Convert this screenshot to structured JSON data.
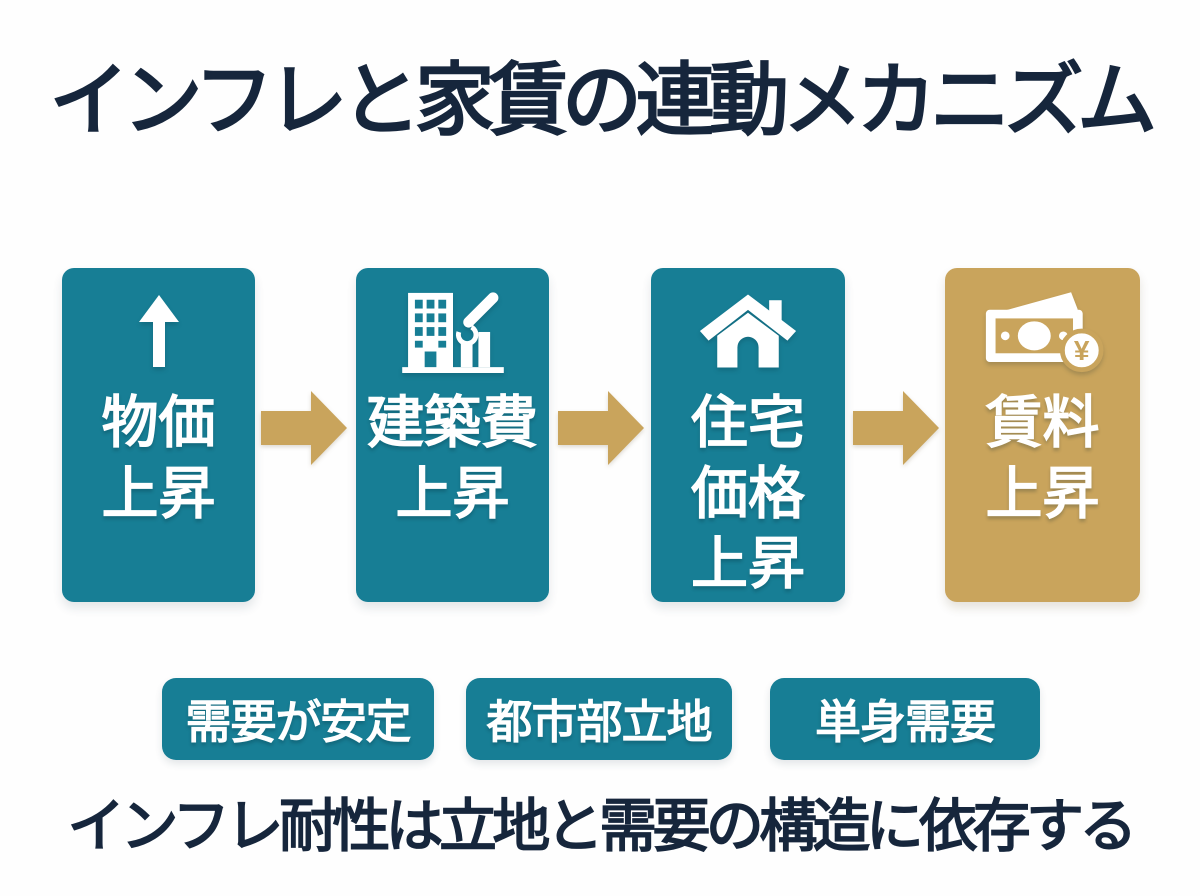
{
  "title": "インフレと家賃の連動メカニズム",
  "footer": "インフレ耐性は立地と需要の構造に依存する",
  "colors": {
    "navy": "#16263C",
    "teal": "#177E95",
    "gold": "#C9A45C",
    "background": "#FEFEFE",
    "box_text": "#FFFFFF"
  },
  "flow": {
    "steps": [
      {
        "id": "price-rise",
        "icon": "up-arrow-icon",
        "lines": [
          "物価",
          "上昇"
        ]
      },
      {
        "id": "construction-cost-rise",
        "icon": "building-construction-icon",
        "lines": [
          "建築費",
          "上昇"
        ]
      },
      {
        "id": "housing-price-rise",
        "icon": "house-icon",
        "lines": [
          "住宅",
          "価格",
          "上昇"
        ]
      },
      {
        "id": "rent-rise",
        "icon": "money-yen-icon",
        "lines": [
          "賃料",
          "上昇"
        ]
      }
    ],
    "connector": "right-arrow"
  },
  "tags": [
    {
      "label": "需要が安定"
    },
    {
      "label": "都市部立地"
    },
    {
      "label": "単身需要"
    }
  ],
  "money_icon_currency": "¥"
}
